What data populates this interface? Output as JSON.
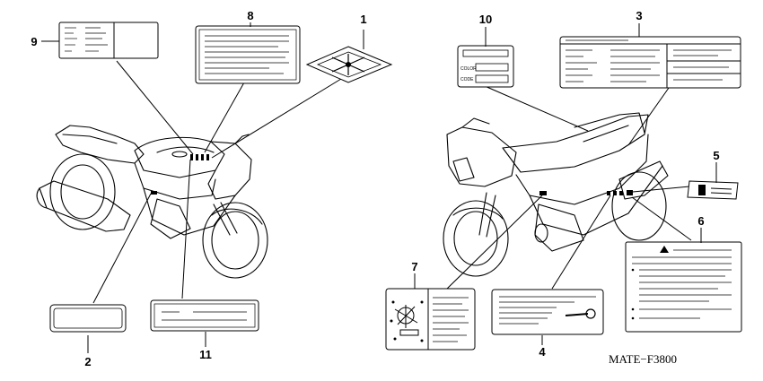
{
  "callouts": [
    {
      "id": "1",
      "label": "1"
    },
    {
      "id": "2",
      "label": "2"
    },
    {
      "id": "3",
      "label": "3"
    },
    {
      "id": "4",
      "label": "4"
    },
    {
      "id": "5",
      "label": "5"
    },
    {
      "id": "6",
      "label": "6"
    },
    {
      "id": "7",
      "label": "7"
    },
    {
      "id": "8",
      "label": "8"
    },
    {
      "id": "9",
      "label": "9"
    },
    {
      "id": "10",
      "label": "10"
    },
    {
      "id": "11",
      "label": "11"
    }
  ],
  "color_label": {
    "line1": "COLOR",
    "line2": "CODE"
  },
  "diagram_code": "MATE−F3800"
}
